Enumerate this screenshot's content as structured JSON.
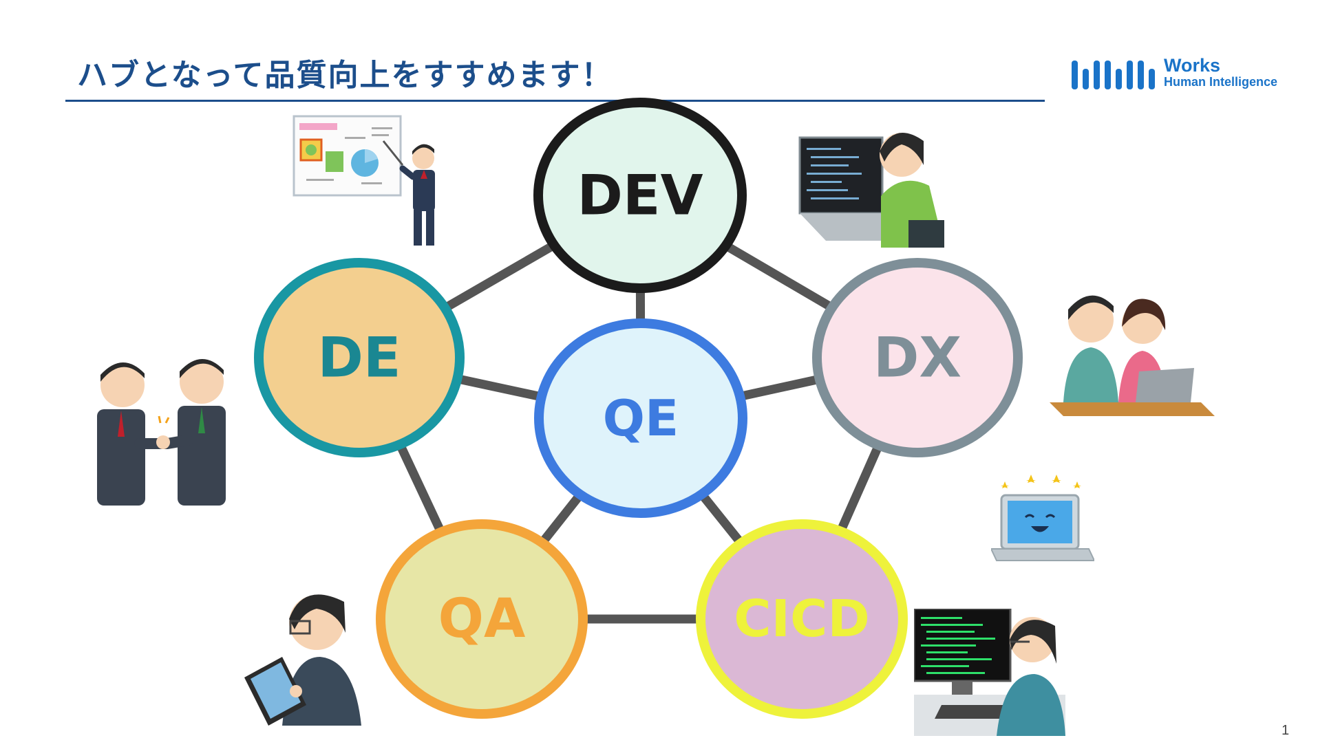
{
  "slide": {
    "title": "ハブとなって品質向上をすすめます！",
    "page_number": "1"
  },
  "logo": {
    "word": "Works",
    "sub": "Human Intelligence",
    "color": "#1a73c8"
  },
  "diagram": {
    "nodes": [
      {
        "id": "dev",
        "label": "DEV",
        "fill": "#e1f5ec",
        "stroke": "#1b1b1b",
        "text_color": "#1b1b1b"
      },
      {
        "id": "de",
        "label": "DE",
        "fill": "#f3cf8f",
        "stroke": "#1997a3",
        "text_color": "#1a8792"
      },
      {
        "id": "dx",
        "label": "DX",
        "fill": "#fbe3ea",
        "stroke": "#7e8f98",
        "text_color": "#7e8f98"
      },
      {
        "id": "qe",
        "label": "QE",
        "fill": "#dff3fb",
        "stroke": "#3d7be0",
        "text_color": "#3d7be0"
      },
      {
        "id": "qa",
        "label": "QA",
        "fill": "#e7e6a6",
        "stroke": "#f4a53a",
        "text_color": "#f4a53a"
      },
      {
        "id": "cicd",
        "label": "CICD",
        "fill": "#dbb8d5",
        "stroke": "#eef23b",
        "text_color": "#eef23b"
      }
    ],
    "edges": [
      [
        "dev",
        "de"
      ],
      [
        "dev",
        "dx"
      ],
      [
        "dev",
        "qe"
      ],
      [
        "de",
        "qe"
      ],
      [
        "dx",
        "qe"
      ],
      [
        "de",
        "qa"
      ],
      [
        "dx",
        "cicd"
      ],
      [
        "qe",
        "qa"
      ],
      [
        "qe",
        "cicd"
      ],
      [
        "qa",
        "cicd"
      ]
    ],
    "edge_color": "#555555"
  },
  "illustrations": [
    {
      "name": "presenter-illustration"
    },
    {
      "name": "programmer-illustration"
    },
    {
      "name": "handshake-illustration"
    },
    {
      "name": "pair-laptop-illustration"
    },
    {
      "name": "smiling-laptop-illustration"
    },
    {
      "name": "tablet-user-illustration"
    },
    {
      "name": "terminal-coder-illustration"
    }
  ]
}
